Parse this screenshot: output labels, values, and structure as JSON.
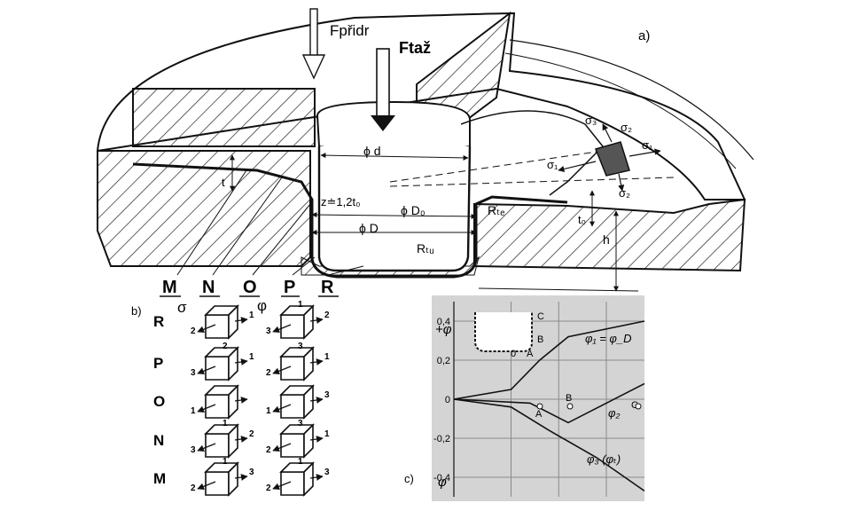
{
  "figure_a": {
    "panel_label": "a)",
    "force_blankholder": "Fpřidr",
    "force_punch": "Ftaž",
    "dim_d": "ϕ d",
    "dim_D0": "ϕ D₀",
    "dim_D": "ϕ D",
    "gap_z": "z≐1,2t₀",
    "thickness_t0": "t₀",
    "thickness_left": "t",
    "radius_Rte": "Rₜₑ",
    "radius_Rtu": "Rₜᵤ",
    "height_h": "h",
    "stress_labels": {
      "s1": "σ₁",
      "s2": "σ₂",
      "s3": "σ₃"
    },
    "zone_labels": [
      "M",
      "N",
      "O",
      "P",
      "R"
    ]
  },
  "figure_b": {
    "panel_label": "b)",
    "col_sigma": "σ",
    "col_phi": "φ",
    "rows": [
      {
        "label": "R",
        "left": [
          "2",
          "1"
        ],
        "right": [
          "3",
          "2",
          "1"
        ]
      },
      {
        "label": "P",
        "left": [
          "3",
          "1",
          "2"
        ],
        "right": [
          "2",
          "1",
          "3"
        ]
      },
      {
        "label": "O",
        "left": [
          "1"
        ],
        "right": [
          "1",
          "3"
        ]
      },
      {
        "label": "N",
        "left": [
          "3",
          "2",
          "1"
        ],
        "right": [
          "2",
          "1",
          "3"
        ]
      },
      {
        "label": "M",
        "left": [
          "2",
          "3",
          "1"
        ],
        "right": [
          "2",
          "3",
          "1"
        ]
      }
    ]
  },
  "figure_c": {
    "panel_label": "c)",
    "axis_top": "+φ",
    "axis_bottom": "φ",
    "inset_points": [
      "C",
      "B",
      "0",
      "A"
    ],
    "curve_labels": {
      "phi1": "φ₁ = φ_D",
      "phi2": "φ₂",
      "phi3": "φ₃ (φₜ)"
    },
    "point_labels": [
      "A",
      "B",
      "C"
    ]
  },
  "chart_data": {
    "type": "line",
    "title": "",
    "xlabel": "",
    "ylabel": "φ",
    "x_categories": [
      "0",
      "A",
      "B",
      "C"
    ],
    "ylim": [
      -0.5,
      0.5
    ],
    "y_ticks": [
      "0,4",
      "0,2",
      "0",
      "-0,2",
      "-0,4"
    ],
    "grid": true,
    "series": [
      {
        "name": "φ₁ = φ_D",
        "points": [
          [
            0,
            0
          ],
          [
            0.3,
            0.05
          ],
          [
            0.45,
            0.2
          ],
          [
            0.6,
            0.32
          ],
          [
            1.0,
            0.4
          ]
        ]
      },
      {
        "name": "φ₂",
        "points": [
          [
            0,
            0
          ],
          [
            0.4,
            -0.02
          ],
          [
            0.6,
            -0.12
          ],
          [
            0.8,
            -0.02
          ],
          [
            1.0,
            0.08
          ]
        ]
      },
      {
        "name": "φ₃ (φₜ)",
        "points": [
          [
            0,
            0
          ],
          [
            0.3,
            -0.04
          ],
          [
            0.5,
            -0.16
          ],
          [
            0.75,
            -0.3
          ],
          [
            1.0,
            -0.47
          ]
        ]
      }
    ]
  },
  "colors": {
    "ink": "#111111",
    "hatch": "#222222",
    "chart_bg": "#d4d4d4",
    "grid": "#8a8a8a"
  }
}
